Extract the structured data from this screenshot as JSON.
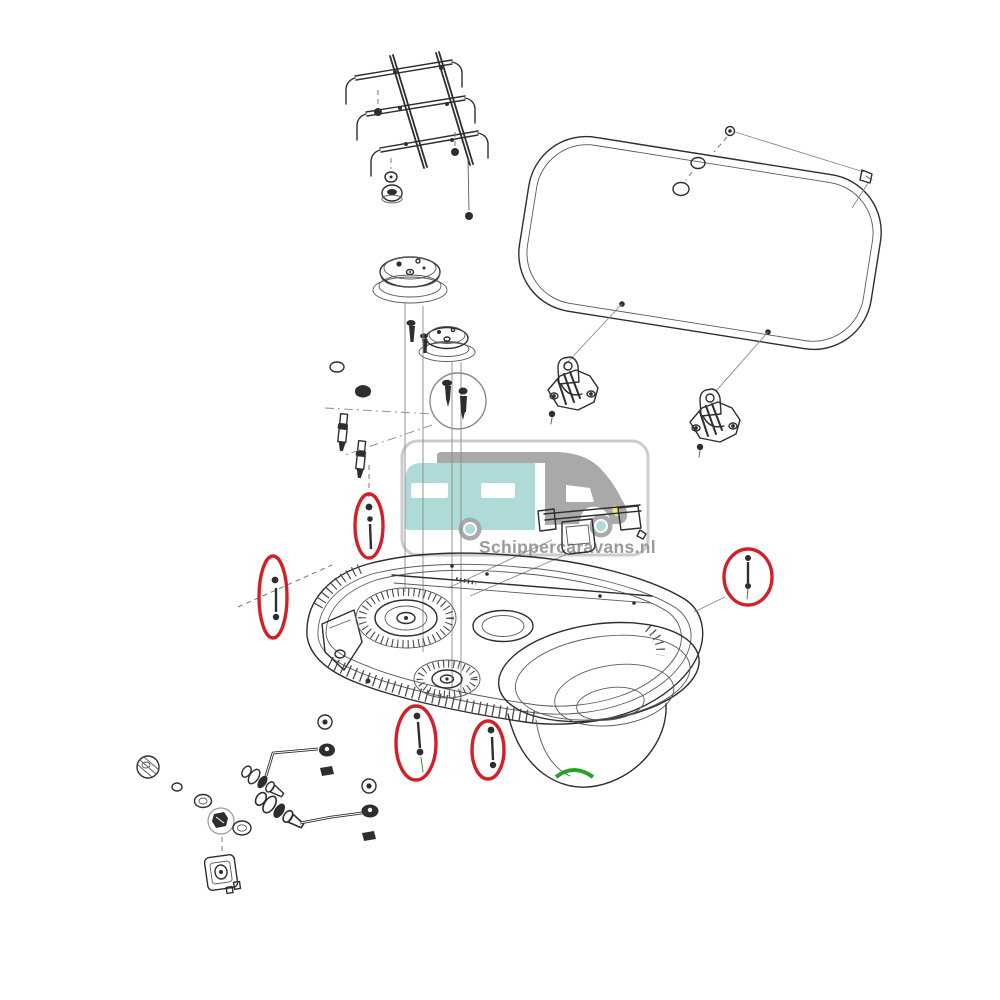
{
  "watermark": {
    "text": "Schippercaravans.nl"
  },
  "colors": {
    "background": "#ffffff",
    "line": "#2e2e2e",
    "highlight_red": "#d41f26",
    "highlight_green": "#2ca02c",
    "watermark_teal": "#aedbd7",
    "watermark_gray": "#a9a9a9",
    "watermark_yellow": "#f0e482",
    "watermark_text": "#9b9b9b",
    "watermark_border": "#cccccc"
  },
  "diagram": {
    "type": "exploded-parts-diagram",
    "subject": "caravan hob-sink combination unit",
    "parts": [
      "pan-support-grid",
      "rubber-feet",
      "glass-lid",
      "lid-knob",
      "lid-grommet",
      "lid-stop-screw",
      "lid-hinges",
      "hinge-screws",
      "burner-cap-large",
      "burner-cap-small",
      "burner-mounting-screws",
      "igniter-electrodes",
      "washer",
      "cap-nut",
      "hinge-bracket-rail",
      "sink-hob-basin",
      "burner-recess-large",
      "burner-recess-small",
      "drain-hole",
      "sink-bowl",
      "gas-valve-assembly",
      "gas-jets",
      "gas-pipes",
      "banjo-fittings",
      "control-knob-bezel",
      "sealing-rings",
      "micro-switch",
      "fastening-screws"
    ],
    "highlights": {
      "red_circled_fasteners": 5,
      "green_marked_area": 1
    }
  }
}
